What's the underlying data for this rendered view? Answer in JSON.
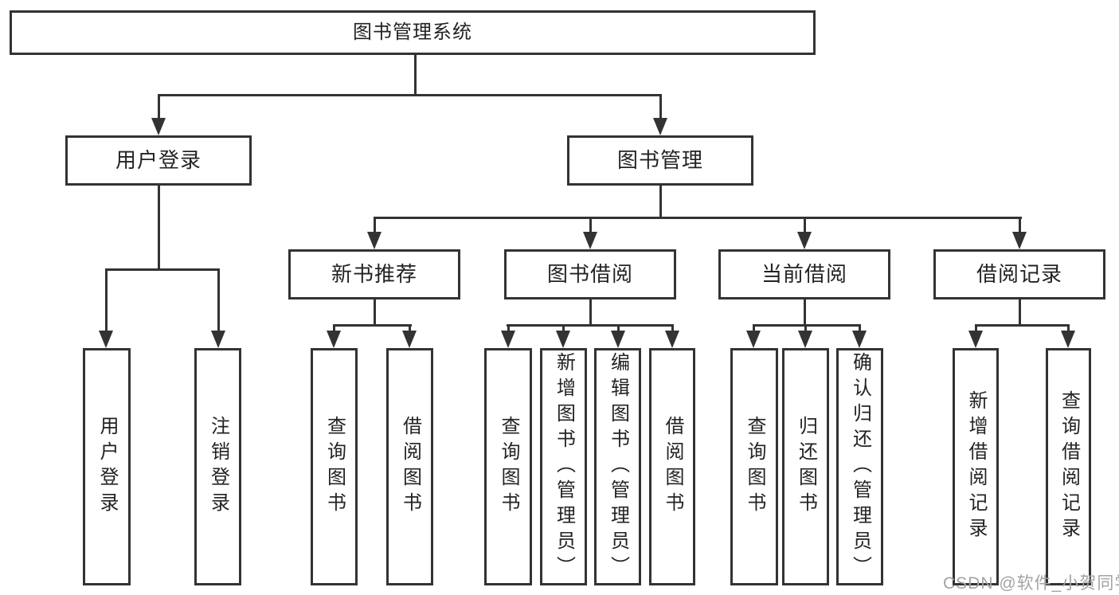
{
  "diagram": {
    "root": {
      "label": "图书管理系统"
    },
    "user_login": {
      "label": "用户登录",
      "children": [
        {
          "label": "用户登录"
        },
        {
          "label": "注销登录"
        }
      ]
    },
    "book_management": {
      "label": "图书管理",
      "sections": [
        {
          "label": "新书推荐",
          "children": [
            {
              "label": "查询图书"
            },
            {
              "label": "借阅图书"
            }
          ]
        },
        {
          "label": "图书借阅",
          "children": [
            {
              "label": "查询图书"
            },
            {
              "label": "新增图书（管理员）"
            },
            {
              "label": "编辑图书（管理员）"
            },
            {
              "label": "借阅图书"
            }
          ]
        },
        {
          "label": "当前借阅",
          "children": [
            {
              "label": "查询图书"
            },
            {
              "label": "归还图书"
            },
            {
              "label": "确认归还（管理员）"
            }
          ]
        },
        {
          "label": "借阅记录",
          "children": [
            {
              "label": "新增借阅记录"
            },
            {
              "label": "查询借阅记录"
            }
          ]
        }
      ]
    }
  },
  "watermark": {
    "text": "CSDN @软件_小贺同学"
  },
  "colors": {
    "line": "#333333",
    "background": "#ffffff",
    "text": "#232323",
    "watermark": "#a3a3a3"
  }
}
